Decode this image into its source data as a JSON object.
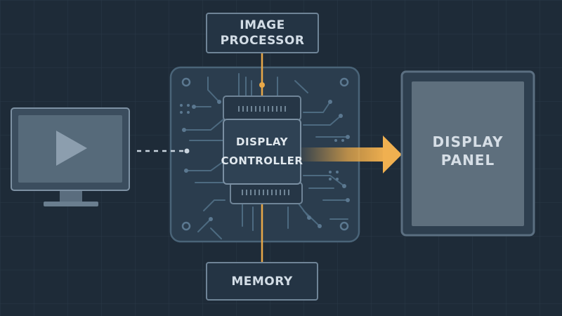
{
  "diagram": {
    "image_processor": {
      "line1": "IMAGE",
      "line2": "PROCESSOR"
    },
    "display_controller": {
      "line1": "DISPLAY",
      "line2": "CONTROLLER"
    },
    "memory": {
      "label": "MEMORY"
    },
    "display_panel": {
      "line1": "DISPLAY",
      "line2": "PANEL"
    }
  },
  "colors": {
    "background": "#1e2b38",
    "grid": "#2a3947",
    "box_fill": "#243444",
    "box_stroke": "#6f8497",
    "board_fill": "#2b3d4e",
    "board_stroke": "#4a6478",
    "trace": "#4d6a80",
    "accent": "#e8a848",
    "monitor_screen": "#566a7a",
    "panel_screen": "#5e6f7d"
  },
  "icons": [
    "monitor-icon",
    "play-icon"
  ]
}
